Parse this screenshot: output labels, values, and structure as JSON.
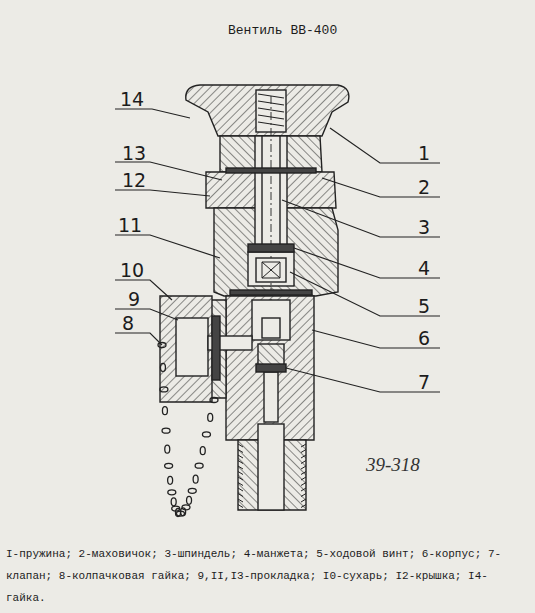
{
  "diagram": {
    "title": "Вентиль ВВ-400",
    "caption": "I-пружина; 2-маховичок; 3-шпиндель; 4-манжета; 5-ходовой винт; 6-корпус; 7-клапан; 8-колпачковая гайка; 9,II,I3-прокладка; I0-сухарь; I2-крышка; I4-гайка.",
    "labels": [
      "14",
      "13",
      "12",
      "11",
      "10",
      "9",
      "8",
      "1",
      "2",
      "3",
      "4",
      "5",
      "6",
      "7",
      "39-318"
    ]
  }
}
